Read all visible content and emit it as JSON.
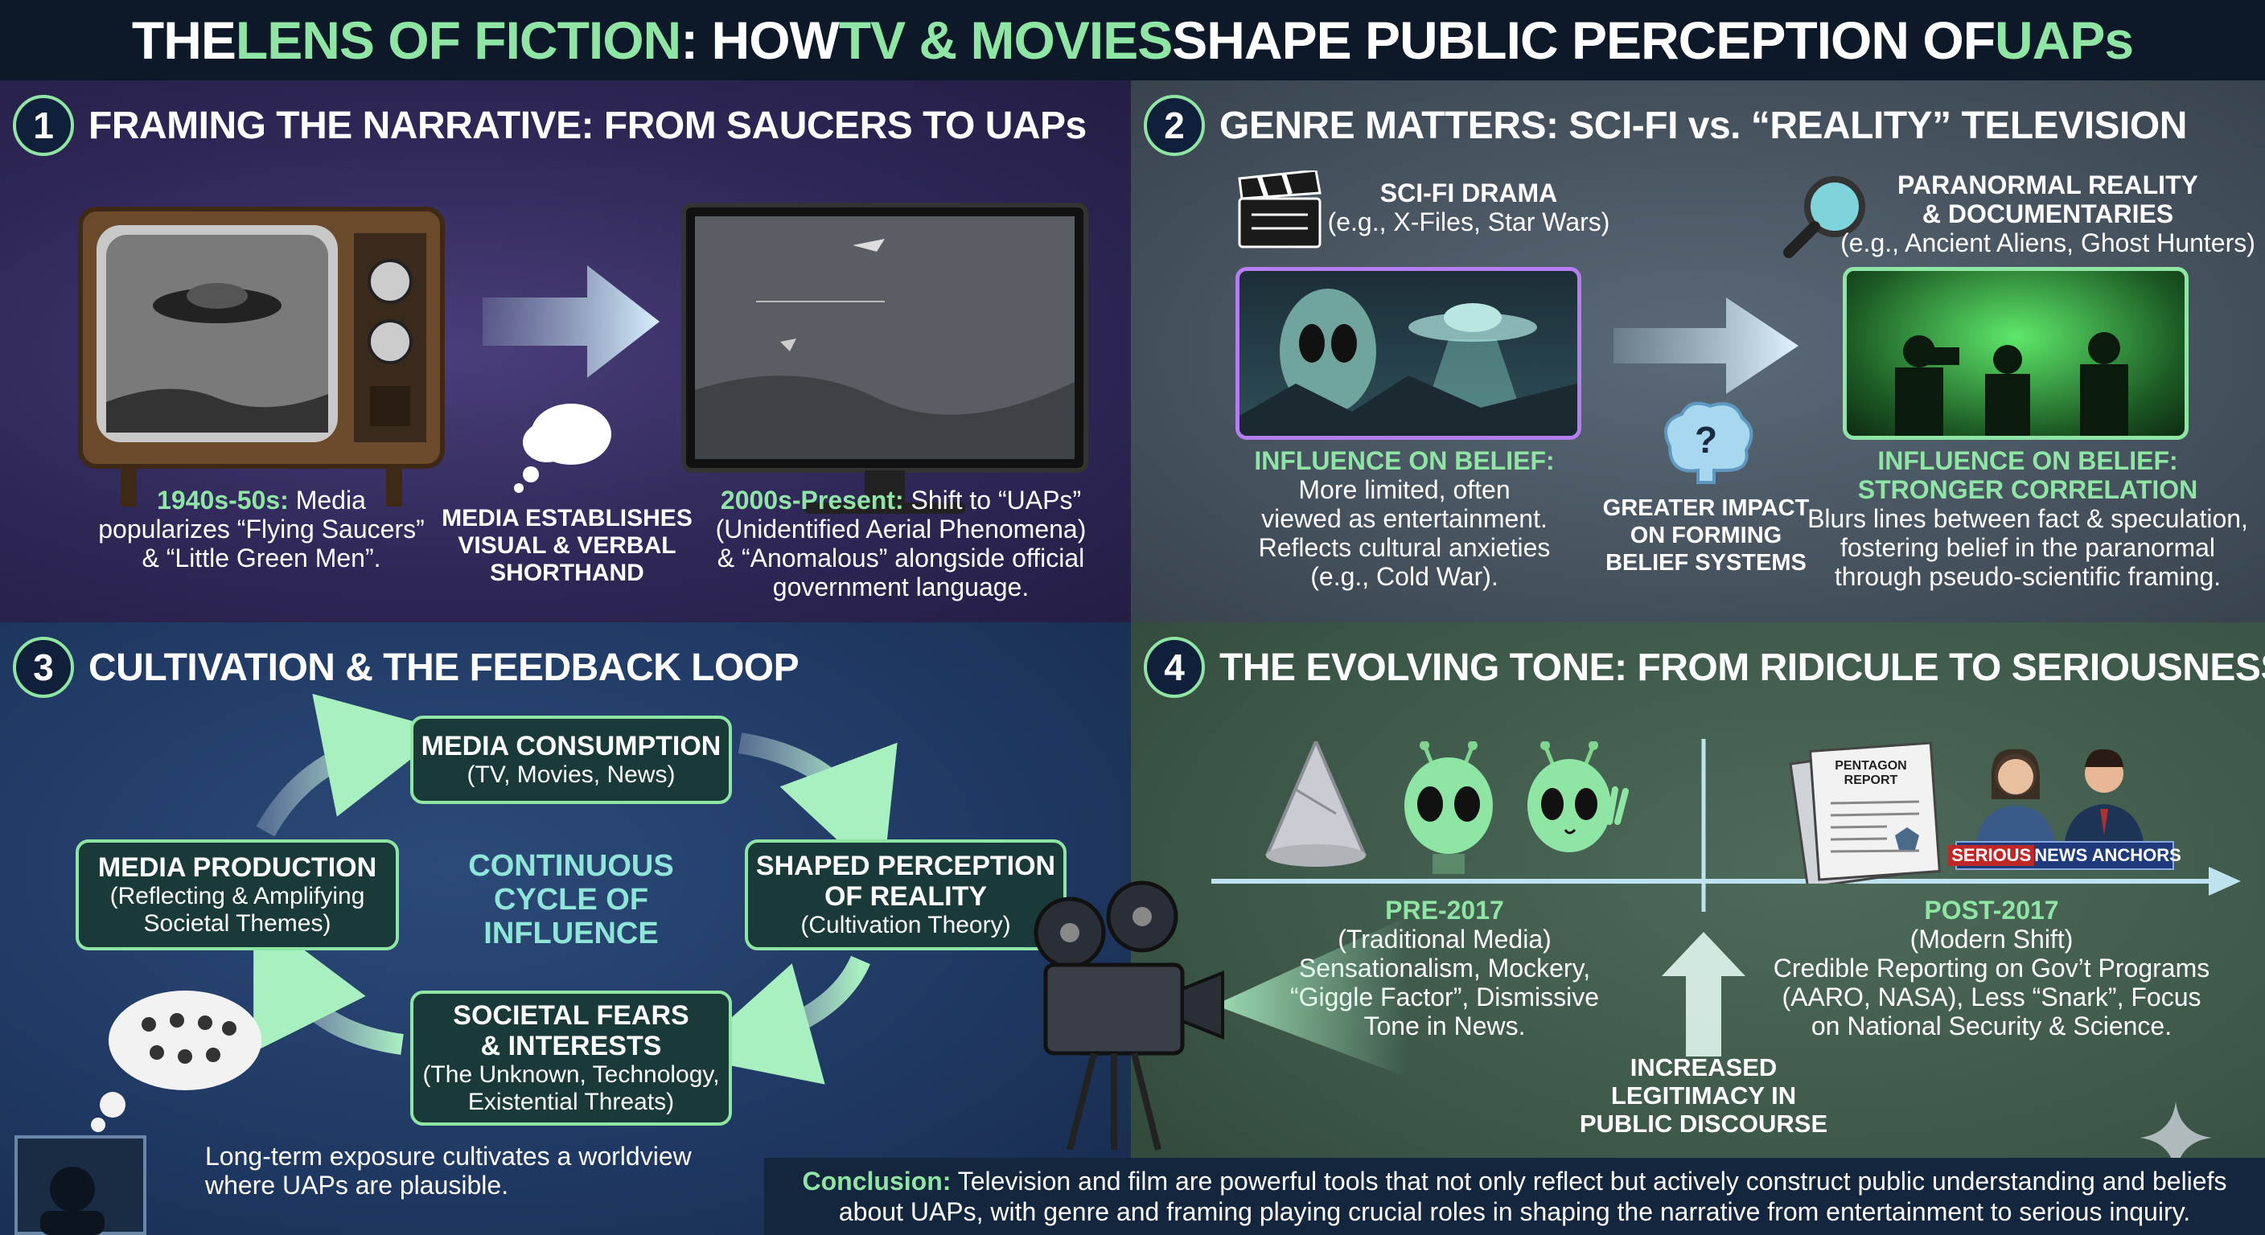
{
  "title": {
    "part1": "THE ",
    "part2": "LENS OF FICTION",
    "part3": ": HOW ",
    "part4": "TV & MOVIES",
    "part5": " SHAPE PUBLIC PERCEPTION OF ",
    "part6": "UAPs"
  },
  "panel1": {
    "number": "1",
    "heading": "FRAMING THE NARRATIVE: FROM SAUCERS TO UAPs",
    "left_era": "1940s-50s:",
    "left_line1": " Media",
    "left_line2": "popularizes “Flying Saucers”",
    "left_line3": "& “Little Green Men”.",
    "middle_line1": "MEDIA ESTABLISHES",
    "middle_line2": "VISUAL & VERBAL",
    "middle_line3": "SHORTHAND",
    "right_era": "2000s-Present:",
    "right_line1": " Shift to “UAPs”",
    "right_line2": "(Unidentified Aerial Phenomena)",
    "right_line3": "& “Anomalous” alongside official",
    "right_line4": "government language."
  },
  "panel2": {
    "number": "2",
    "heading": "GENRE MATTERS: SCI-FI vs. “REALITY” TELEVISION",
    "scifi_title": "SCI-FI DRAMA",
    "scifi_sub": "(e.g., X-Files, Star Wars)",
    "reality_title1": "PARANORMAL REALITY",
    "reality_title2": "& DOCUMENTARIES",
    "reality_sub": "(e.g., Ancient Aliens, Ghost Hunters)",
    "left_influence": "INFLUENCE ON BELIEF:",
    "left_l1": "More limited, often",
    "left_l2": "viewed as entertainment.",
    "left_l3": "Reflects cultural anxieties",
    "left_l4": "(e.g., Cold War).",
    "brain_q": "?",
    "mid_l1": "GREATER IMPACT",
    "mid_l2": "ON FORMING",
    "mid_l3": "BELIEF SYSTEMS",
    "right_influence": "INFLUENCE ON BELIEF:",
    "right_strong": "STRONGER CORRELATION",
    "right_l1": "Blurs lines between fact & speculation,",
    "right_l2": "fostering belief in the paranormal",
    "right_l3": "through pseudo-scientific framing."
  },
  "panel3": {
    "number": "3",
    "heading": "CULTIVATION & THE FEEDBACK LOOP",
    "top_title": "MEDIA CONSUMPTION",
    "top_sub": "(TV, Movies, News)",
    "right_title1": "SHAPED PERCEPTION",
    "right_title2": "OF REALITY",
    "right_sub": "(Cultivation Theory)",
    "bottom_title1": "SOCIETAL FEARS",
    "bottom_title2": "& INTERESTS",
    "bottom_sub1": "(The Unknown, Technology,",
    "bottom_sub2": "Existential Threats)",
    "left_title": "MEDIA PRODUCTION",
    "left_sub1": "(Reflecting & Amplifying",
    "left_sub2": "Societal Themes)",
    "center_l1": "CONTINUOUS",
    "center_l2": "CYCLE OF",
    "center_l3": "INFLUENCE",
    "exposure_l1": "Long-term exposure cultivates a worldview",
    "exposure_l2": "where UAPs are plausible."
  },
  "panel4": {
    "number": "4",
    "heading": "THE EVOLVING TONE: FROM RIDICULE TO SERIOUSNESS",
    "report_label1": "PENTAGON",
    "report_label2": "REPORT",
    "anchors_word1": "SERIOUS",
    "anchors_word2": " NEWS ANCHORS",
    "pre_title": "PRE-2017",
    "pre_sub": "(Traditional Media)",
    "pre_l1": "Sensationalism, Mockery,",
    "pre_l2": "“Giggle Factor”, Dismissive",
    "pre_l3": "Tone in News.",
    "post_title": "POST-2017",
    "post_sub": "(Modern Shift)",
    "post_l1": "Credible Reporting on Gov’t Programs",
    "post_l2": "(AARO, NASA), Less “Snark”, Focus",
    "post_l3": "on National Security & Science.",
    "inc_l1": "INCREASED",
    "inc_l2": "LEGITIMACY IN",
    "inc_l3": "PUBLIC DISCOURSE"
  },
  "conclusion": {
    "label": "Conclusion:",
    "line1": " Television and film are powerful tools that not only reflect but actively construct public understanding and beliefs",
    "line2": "about UAPs, with genre and framing playing crucial roles in shaping the narrative from entertainment to serious inquiry."
  },
  "colors": {
    "accent_green": "#8fe6a4",
    "panel1_bg": "#2f2858",
    "panel2_bg": "#46525e",
    "panel3_bg": "#1f3862",
    "panel4_bg": "#3c5748"
  },
  "icons": [
    "tv-icon",
    "thought-cloud-icon",
    "monitor-icon",
    "clapperboard-icon",
    "magnifier-icon",
    "brain-icon",
    "tinfoil-hat-icon",
    "alien-icon",
    "newspaper-icon",
    "news-anchor-icon",
    "film-projector-icon",
    "person-at-computer-icon",
    "sparkle-icon"
  ]
}
